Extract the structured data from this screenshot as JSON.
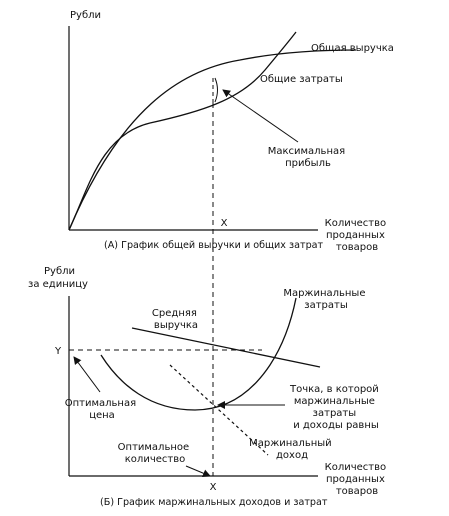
{
  "top_chart": {
    "y_axis_label": "Рубли",
    "x_axis_label_lines": [
      "Количество",
      "проданных",
      "товаров"
    ],
    "x_marker": "X",
    "curves": {
      "total_revenue": "Общая выручка",
      "total_cost": "Общие затраты"
    },
    "annotation_lines": [
      "Максимальная",
      "прибыль"
    ],
    "caption": "(А) График общей выручки и общих затрат"
  },
  "bottom_chart": {
    "y_axis_label_lines": [
      "Рубли",
      "за единицу"
    ],
    "x_axis_label_lines": [
      "Количество",
      "проданных",
      "товаров"
    ],
    "y_marker": "Y",
    "x_marker": "X",
    "curves": {
      "average_revenue_lines": [
        "Средняя",
        "выручка"
      ],
      "marginal_cost_lines": [
        "Маржинальные",
        "затраты"
      ],
      "marginal_revenue_lines": [
        "Маржинальный",
        "доход"
      ]
    },
    "annotations": {
      "optimal_price_lines": [
        "Оптимальная",
        "цена"
      ],
      "optimal_quantity_lines": [
        "Оптимальное",
        "количество"
      ],
      "intersection_lines": [
        "Точка, в которой",
        "маржинальные",
        "затраты",
        "и доходы равны"
      ]
    },
    "caption": "(Б) График маржинальных доходов и затрат"
  }
}
